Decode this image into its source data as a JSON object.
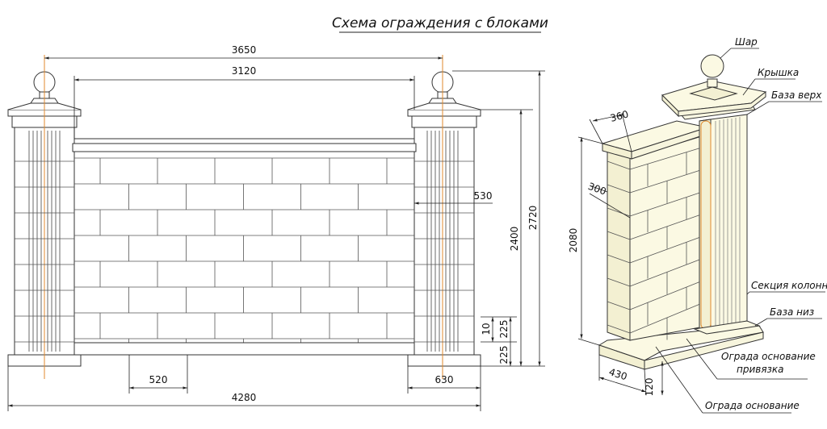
{
  "title": "Схема ограждения с блоками",
  "front_view": {
    "dims": {
      "overall_top": "3650",
      "span_top": "3120",
      "column_width": "530",
      "height_fence": "2400",
      "height_total": "2720",
      "base_gap_small": "10",
      "base_top": "225",
      "base_bottom": "225",
      "brick_step": "520",
      "base_width": "630",
      "overall_bottom": "4280"
    }
  },
  "iso_view": {
    "dims": {
      "top_depth": "360",
      "wall_depth": "300",
      "height": "2080",
      "base_depth": "430",
      "base_height": "120"
    },
    "labels": {
      "ball": "Шар",
      "cap": "Крышка",
      "base_top": "База верх",
      "column_section": "Секция колонны",
      "base_bottom": "База низ",
      "fence_base_binding": "Ограда основание привязка",
      "fence_base": "Ограда основание"
    }
  },
  "colors": {
    "line": "#222222",
    "fill_block": "#fbf9e3",
    "axis": "#e08a2c"
  }
}
